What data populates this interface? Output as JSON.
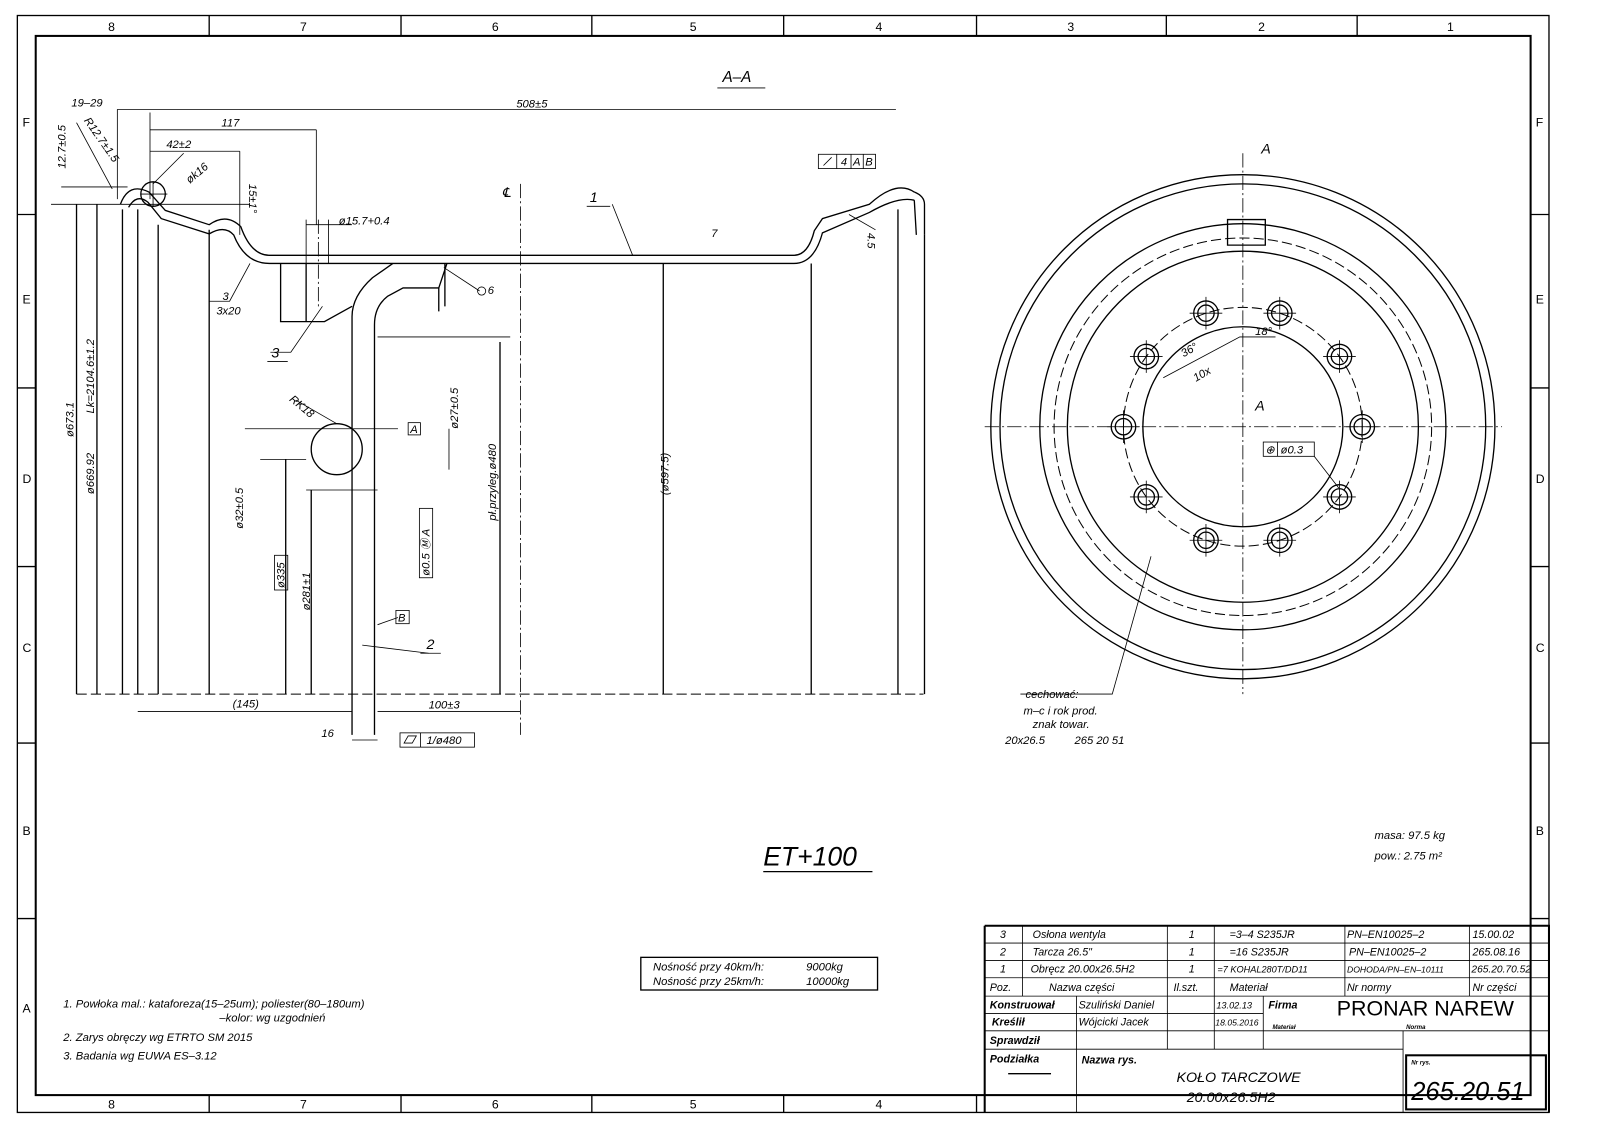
{
  "grid": {
    "columns_top": [
      "8",
      "7",
      "6",
      "5",
      "4",
      "3",
      "2",
      "1"
    ],
    "columns_bottom": [
      "8",
      "7",
      "6",
      "5",
      "4"
    ],
    "rows": [
      "F",
      "E",
      "D",
      "C",
      "B",
      "A"
    ]
  },
  "section": {
    "title": "A–A",
    "centerline": "℄",
    "offset_label": "ET+100",
    "dims": {
      "d19_29": "19–29",
      "d508": "508±5",
      "d12_7": "12.7±0.5",
      "r12_7": "R12.7±1.5",
      "d117": "117",
      "d42": "42±2",
      "dk16": "øk16",
      "d15": "15±1°",
      "d15_7": "ø15.7+0.4",
      "d7": "7",
      "d4_5": "4.5",
      "weld3": "3",
      "weld3x20": "3x20",
      "weld6": "6",
      "rk18": "RK18",
      "d27": "ø27±0.5",
      "d32": "ø32±0.5",
      "d335": "ø335",
      "d281": "ø281±1",
      "d480": "pł.przyleg.ø480",
      "d597": "(ø597.5)",
      "d673": "ø673.1",
      "d669": "ø669.92",
      "lk": "Lk=2104.6±1.2",
      "d145": "(145)",
      "d100": "100±3",
      "d16": "16",
      "flatness": "1/ø480",
      "datum_a": "A",
      "datum_b": "B",
      "position_tol": "ø0.5 Ⓜ A",
      "runout_tol": "4",
      "runout_a": "A",
      "runout_b": "B"
    },
    "parts": {
      "p1": "1",
      "p2": "2",
      "p3": "3"
    }
  },
  "front_view": {
    "section_mark_top": "A",
    "section_mark_center": "A",
    "angle_36": "36°",
    "count_10x": "10x",
    "angle_18": "18°",
    "position_tol": "ø0.3"
  },
  "marking": {
    "title": "cechować:",
    "line1": "m–c i rok prod.",
    "line2": "znak towar.",
    "size": "20x26.5",
    "code": "265 20 51"
  },
  "mass": {
    "mass": "masa:  97.5 kg",
    "area": "pow.:  2.75 m²"
  },
  "load": {
    "row1_label": "Nośność  przy 40km/h:",
    "row1_value": "9000kg",
    "row2_label": "Nośność  przy 25km/h:",
    "row2_value": "10000kg"
  },
  "notes": [
    "1. Powłoka mal.: kataforeza(15–25um); poliester(80–180um)",
    "–kolor:  wg uzgodnień",
    "2. Zarys obręczy wg ETRTO SM 2015",
    "3. Badania wg EUWA ES–3.12"
  ],
  "parts_list": {
    "header": {
      "poz": "Poz.",
      "name": "Nazwa części",
      "qty": "Il.szt.",
      "material": "Materiał",
      "norm": "Nr normy",
      "part_no": "Nr części"
    },
    "rows": [
      {
        "poz": "3",
        "name": "Osłona wentyla",
        "qty": "1",
        "material": "=3–4  S235JR",
        "norm": "PN–EN10025–2",
        "part_no": "15.00.02"
      },
      {
        "poz": "2",
        "name": "Tarcza 26.5\"",
        "qty": "1",
        "material": "=16  S235JR",
        "norm": "PN–EN10025–2",
        "part_no": "265.08.16"
      },
      {
        "poz": "1",
        "name": "Obręcz 20.00x26.5H2",
        "qty": "1",
        "material": "=7 KOHAL280T/DD11",
        "norm": "DOHODA/PN–EN–10111",
        "part_no": "265.20.70.52"
      }
    ]
  },
  "title_block": {
    "designed_label": "Konstruował",
    "designed_by": "Szuliński Daniel",
    "designed_date": "13.02.13",
    "drawn_label": "Kreślił",
    "drawn_by": "Wójcicki Jacek",
    "drawn_date": "18.05.2016",
    "checked_label": "Sprawdził",
    "scale_label": "Podziałka",
    "company_label": "Firma",
    "company": "PRONAR  NAREW",
    "material_label": "Materiał",
    "norm_label": "Norma",
    "drawing_name_label": "Nazwa rys.",
    "drawing_name_1": "KOŁO  TARCZOWE",
    "drawing_name_2": "20.00x26.5H2",
    "drawing_no_label": "Nr rys.",
    "drawing_no": "265.20.51"
  }
}
